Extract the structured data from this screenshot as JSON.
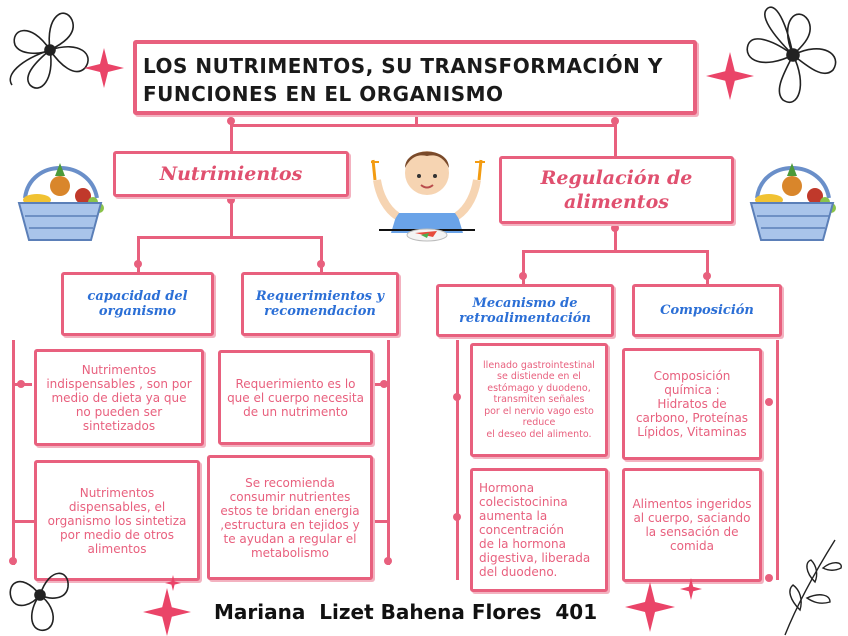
{
  "title": "LOS NUTRIMENTOS, SU TRANSFORMACIÓN Y\nFUNCIONES EN EL ORGANISMO",
  "nodes": {
    "nutrimientos": "Nutrimientos",
    "regulacion": "Regulación de alimentos",
    "capacidad": "capacidad del organismo",
    "requerimientos": "Requerimientos y recomendacion",
    "mecanismo": "Mecanismo de retroalimentación",
    "composicion": "Composición"
  },
  "content": {
    "indispensables": "Nutrimentos\nindispensables , son por\nmedio de dieta ya que\nno pueden ser\nsintetizados",
    "dispensables": "Nutrimentos\ndispensables, el\norganismo los sintetiza\npor medio de otros\nalimentos",
    "requerimiento": "Requerimiento es lo\nque el cuerpo necesita\nde un nutrimento",
    "recomienda": "Se recomienda\nconsumir nutrientes\nestos te bridan energia\n,estructura en tejidos y\nte ayudan a regular el\nmetabolismo",
    "llenado": "llenado gastrointestinal\nse distiende en el\nestómago y  duodeno,\ntransmiten señales\npor el nervio vago esto\nreduce\nel deseo del alimento.",
    "hormona": "Hormona\ncolecistocinina\naumenta la\nconcentración\nde la hormona\ndigestiva, liberada\ndel duodeno.",
    "composicion_quimica": "Composición\nquímica :\nHidratos de\ncarbono,  Proteínas\nLípidos,  Vitaminas",
    "alimentos_ingeridos": "Alimentos ingeridos\nal cuerpo, saciando\nla sensación de\ncomida"
  },
  "author": "Mariana  Lizet Bahena Flores  401",
  "colors": {
    "accent": "#e8607e",
    "heading": "#e0506f",
    "subheading": "#2b6fd6",
    "title_text": "#1a1a1a"
  },
  "decorations": [
    "flower-icon",
    "sparkle-icon",
    "fruit-basket-icon",
    "boy-eating-icon"
  ]
}
